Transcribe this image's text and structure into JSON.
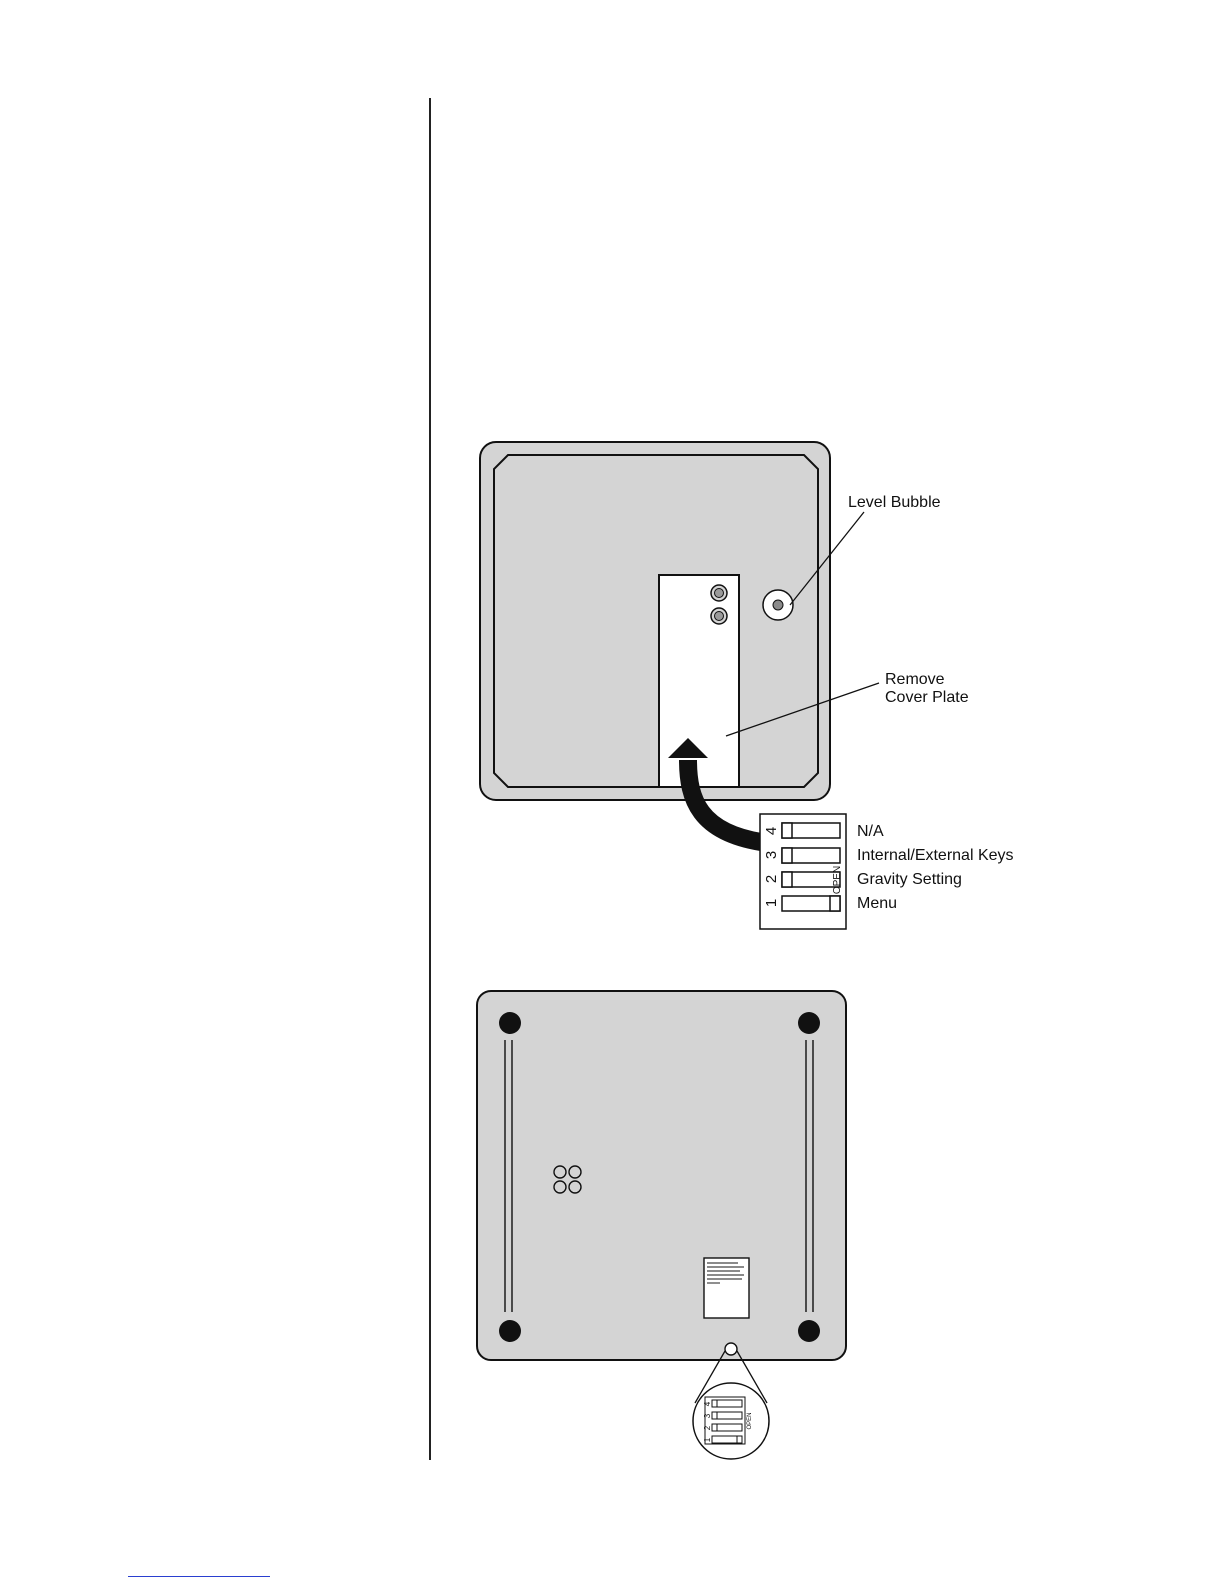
{
  "top_view": {
    "level_bubble_label": "Level Bubble",
    "cover_plate_label_line1": "Remove",
    "cover_plate_label_line2": "Cover Plate"
  },
  "dip_switch": {
    "open_label": "OPEN",
    "switches": [
      {
        "number": "4",
        "label": "N/A"
      },
      {
        "number": "3",
        "label": "Internal/External Keys"
      },
      {
        "number": "2",
        "label": "Gravity Setting"
      },
      {
        "number": "1",
        "label": "Menu"
      }
    ]
  },
  "colors": {
    "device_fill": "#d4d4d4",
    "outline": "#111111",
    "link_underline": "#2a3fd0"
  }
}
